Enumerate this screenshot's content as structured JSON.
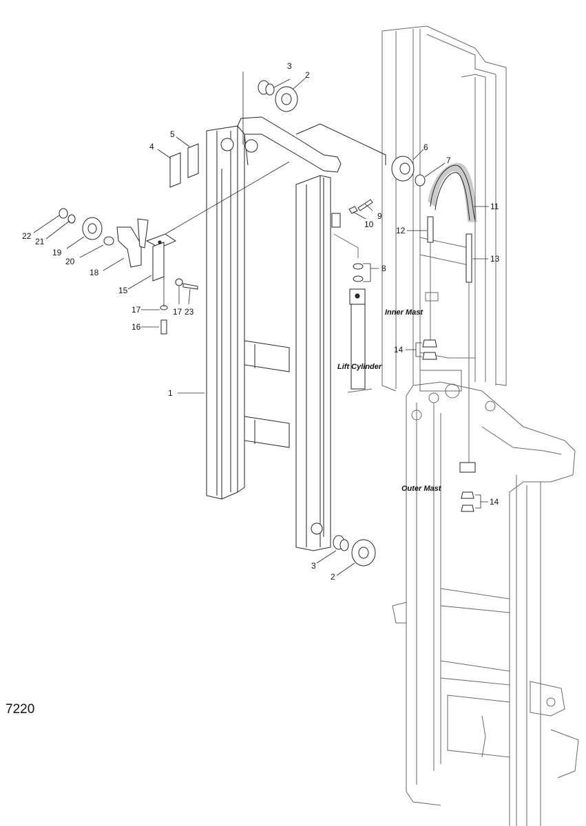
{
  "figure": {
    "code": "7220"
  },
  "assembly_labels": {
    "inner_mast": "Inner Mast",
    "outer_mast": "Outer Mast",
    "lift_cylinder": "Lift Cylinder"
  },
  "callouts": {
    "c1": "1",
    "c2_top": "2",
    "c2_bottom": "2",
    "c3_top": "3",
    "c3_bottom": "3",
    "c4": "4",
    "c5": "5",
    "c6": "6",
    "c7": "7",
    "c8": "8",
    "c9": "9",
    "c10": "10",
    "c11": "11",
    "c12": "12",
    "c13": "13",
    "c14_upper": "14",
    "c14_lower": "14",
    "c15": "15",
    "c16": "16",
    "c17_left": "17",
    "c17_right": "17",
    "c18": "18",
    "c19": "19",
    "c20": "20",
    "c21": "21",
    "c22": "22",
    "c23": "23"
  }
}
